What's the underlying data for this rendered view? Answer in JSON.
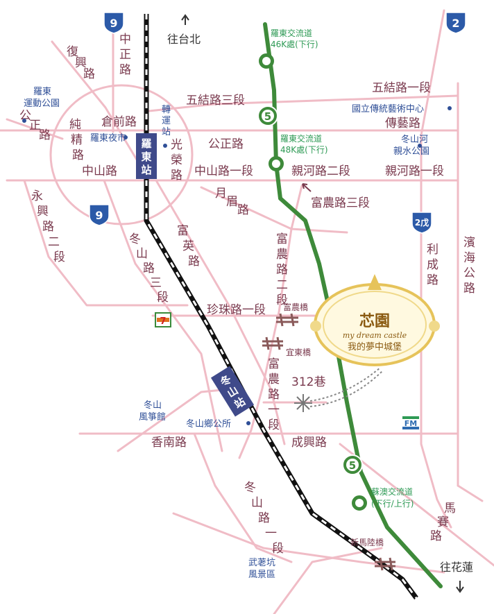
{
  "directions": {
    "north": "往台北",
    "south": "往花蓮"
  },
  "shields": {
    "prov9": "9",
    "prov2": "2",
    "prov2c": "2戊",
    "fwy5": "5"
  },
  "roads": {
    "fuxing": "復興路",
    "zhongzheng": "中正路",
    "wujie3": "五結路三段",
    "wujie1": "五結路一段",
    "gongzheng_w": "公正路",
    "gongzheng_c": "公正路",
    "chunjing": "純精路",
    "cangqian": "倉前路",
    "zhongshan": "中山路",
    "zhongshan1": "中山路一段",
    "qinhe2": "親河路二段",
    "qinhe1": "親河路一段",
    "guangye": "光榮路",
    "yuemei": "月眉路",
    "funong3": "富農路三段",
    "yongxing2": "永興路二段",
    "dongshan3": "冬山路三段",
    "fuying": "富英路",
    "funong2": "富農路二段",
    "licheng": "利成路",
    "binhai": "濱海公路",
    "zhenzhu1": "珍珠路一段",
    "funong1": "富農路一段",
    "lane312": "312巷",
    "xiangnan": "香南路",
    "chengxing": "成興路",
    "dongshan1": "冬山路一段",
    "masai": "馬賽路"
  },
  "pois": {
    "sports_park": "羅東運動公園",
    "night_market": "羅東夜市",
    "transfer": "轉運站",
    "ncfta": "國立傳統藝術中心",
    "chuanyi": "傳藝路",
    "riverpark": "冬山河親水公園",
    "kite_museum": "冬山風箏館",
    "township_office": "冬山鄉公所",
    "wulaokeng": "武荖坑風景區"
  },
  "interchanges": {
    "ic46": [
      "羅東交流道",
      "46K處(下行)"
    ],
    "ic48": [
      "羅東交流道",
      "48K處(下行)"
    ],
    "suao": [
      "蘇澳交流道",
      "(下行/上行)"
    ]
  },
  "bridges": {
    "funong": "富農橋",
    "yidong": "宜東橋",
    "xinmalu": "新馬陸橋"
  },
  "stations": {
    "luodong": "羅東站",
    "dongshan": "冬山站"
  },
  "stores": {
    "seven": "7",
    "fm": "FM"
  },
  "destination": {
    "name": "芯園",
    "subtitle": "my dream castle",
    "tagline": "我的夢中城堡"
  },
  "colors": {
    "road": "#f0bcc6",
    "freeway": "#3e8a3a",
    "station": "#3f4a8a",
    "roadtext": "#7a3a4e",
    "poi": "#2f4f97",
    "ic": "#2e9a55"
  }
}
